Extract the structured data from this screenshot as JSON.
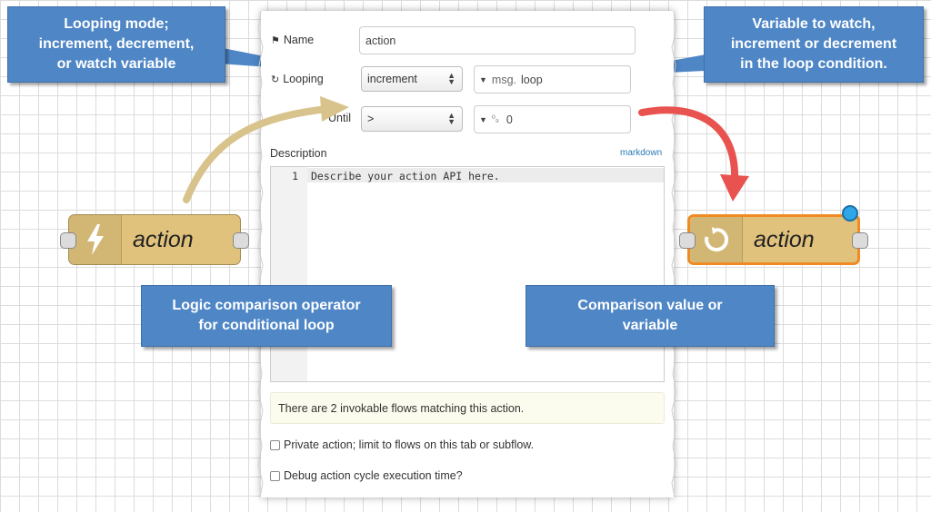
{
  "dialog": {
    "name_label": "Name",
    "name_value": "action",
    "looping_label": "Looping",
    "looping_value": "increment",
    "loop_var_prefix": "msg.",
    "loop_var_value": "loop",
    "until_label": "Until",
    "until_value": ">",
    "until_type_glyph": "⁰₉",
    "until_compare_value": "0",
    "description_label": "Description",
    "markdown_link": "markdown",
    "editor_line_number": "1",
    "editor_text": "Describe your action API here.",
    "notice": "There are 2 invokable flows matching this action.",
    "private_label": "Private action; limit to flows on this tab or subflow.",
    "debug_label": "Debug action cycle execution time?"
  },
  "callouts": {
    "looping_mode": [
      "Looping mode;",
      "increment, decrement,",
      "or watch variable"
    ],
    "variable_watch": [
      "Variable to watch,",
      "increment or decrement",
      "in the loop condition."
    ],
    "logic_operator": [
      "Logic comparison operator",
      "for conditional loop"
    ],
    "comparison_value": [
      "Comparison value or",
      "variable"
    ]
  },
  "nodes": {
    "left_label": "action",
    "right_label": "action"
  },
  "colors": {
    "callout_blue": "#4f86c6",
    "node_gold": "#e0c27c",
    "selected_orange": "#f08a24",
    "arrow_red": "#e8524f",
    "arrow_tan": "#d9c38c",
    "status_dot": "#2fa6e8"
  },
  "icons": {
    "name": "tag-icon",
    "looping": "redo-icon",
    "left_node": "lightning-icon",
    "right_node": "loop-icon"
  }
}
